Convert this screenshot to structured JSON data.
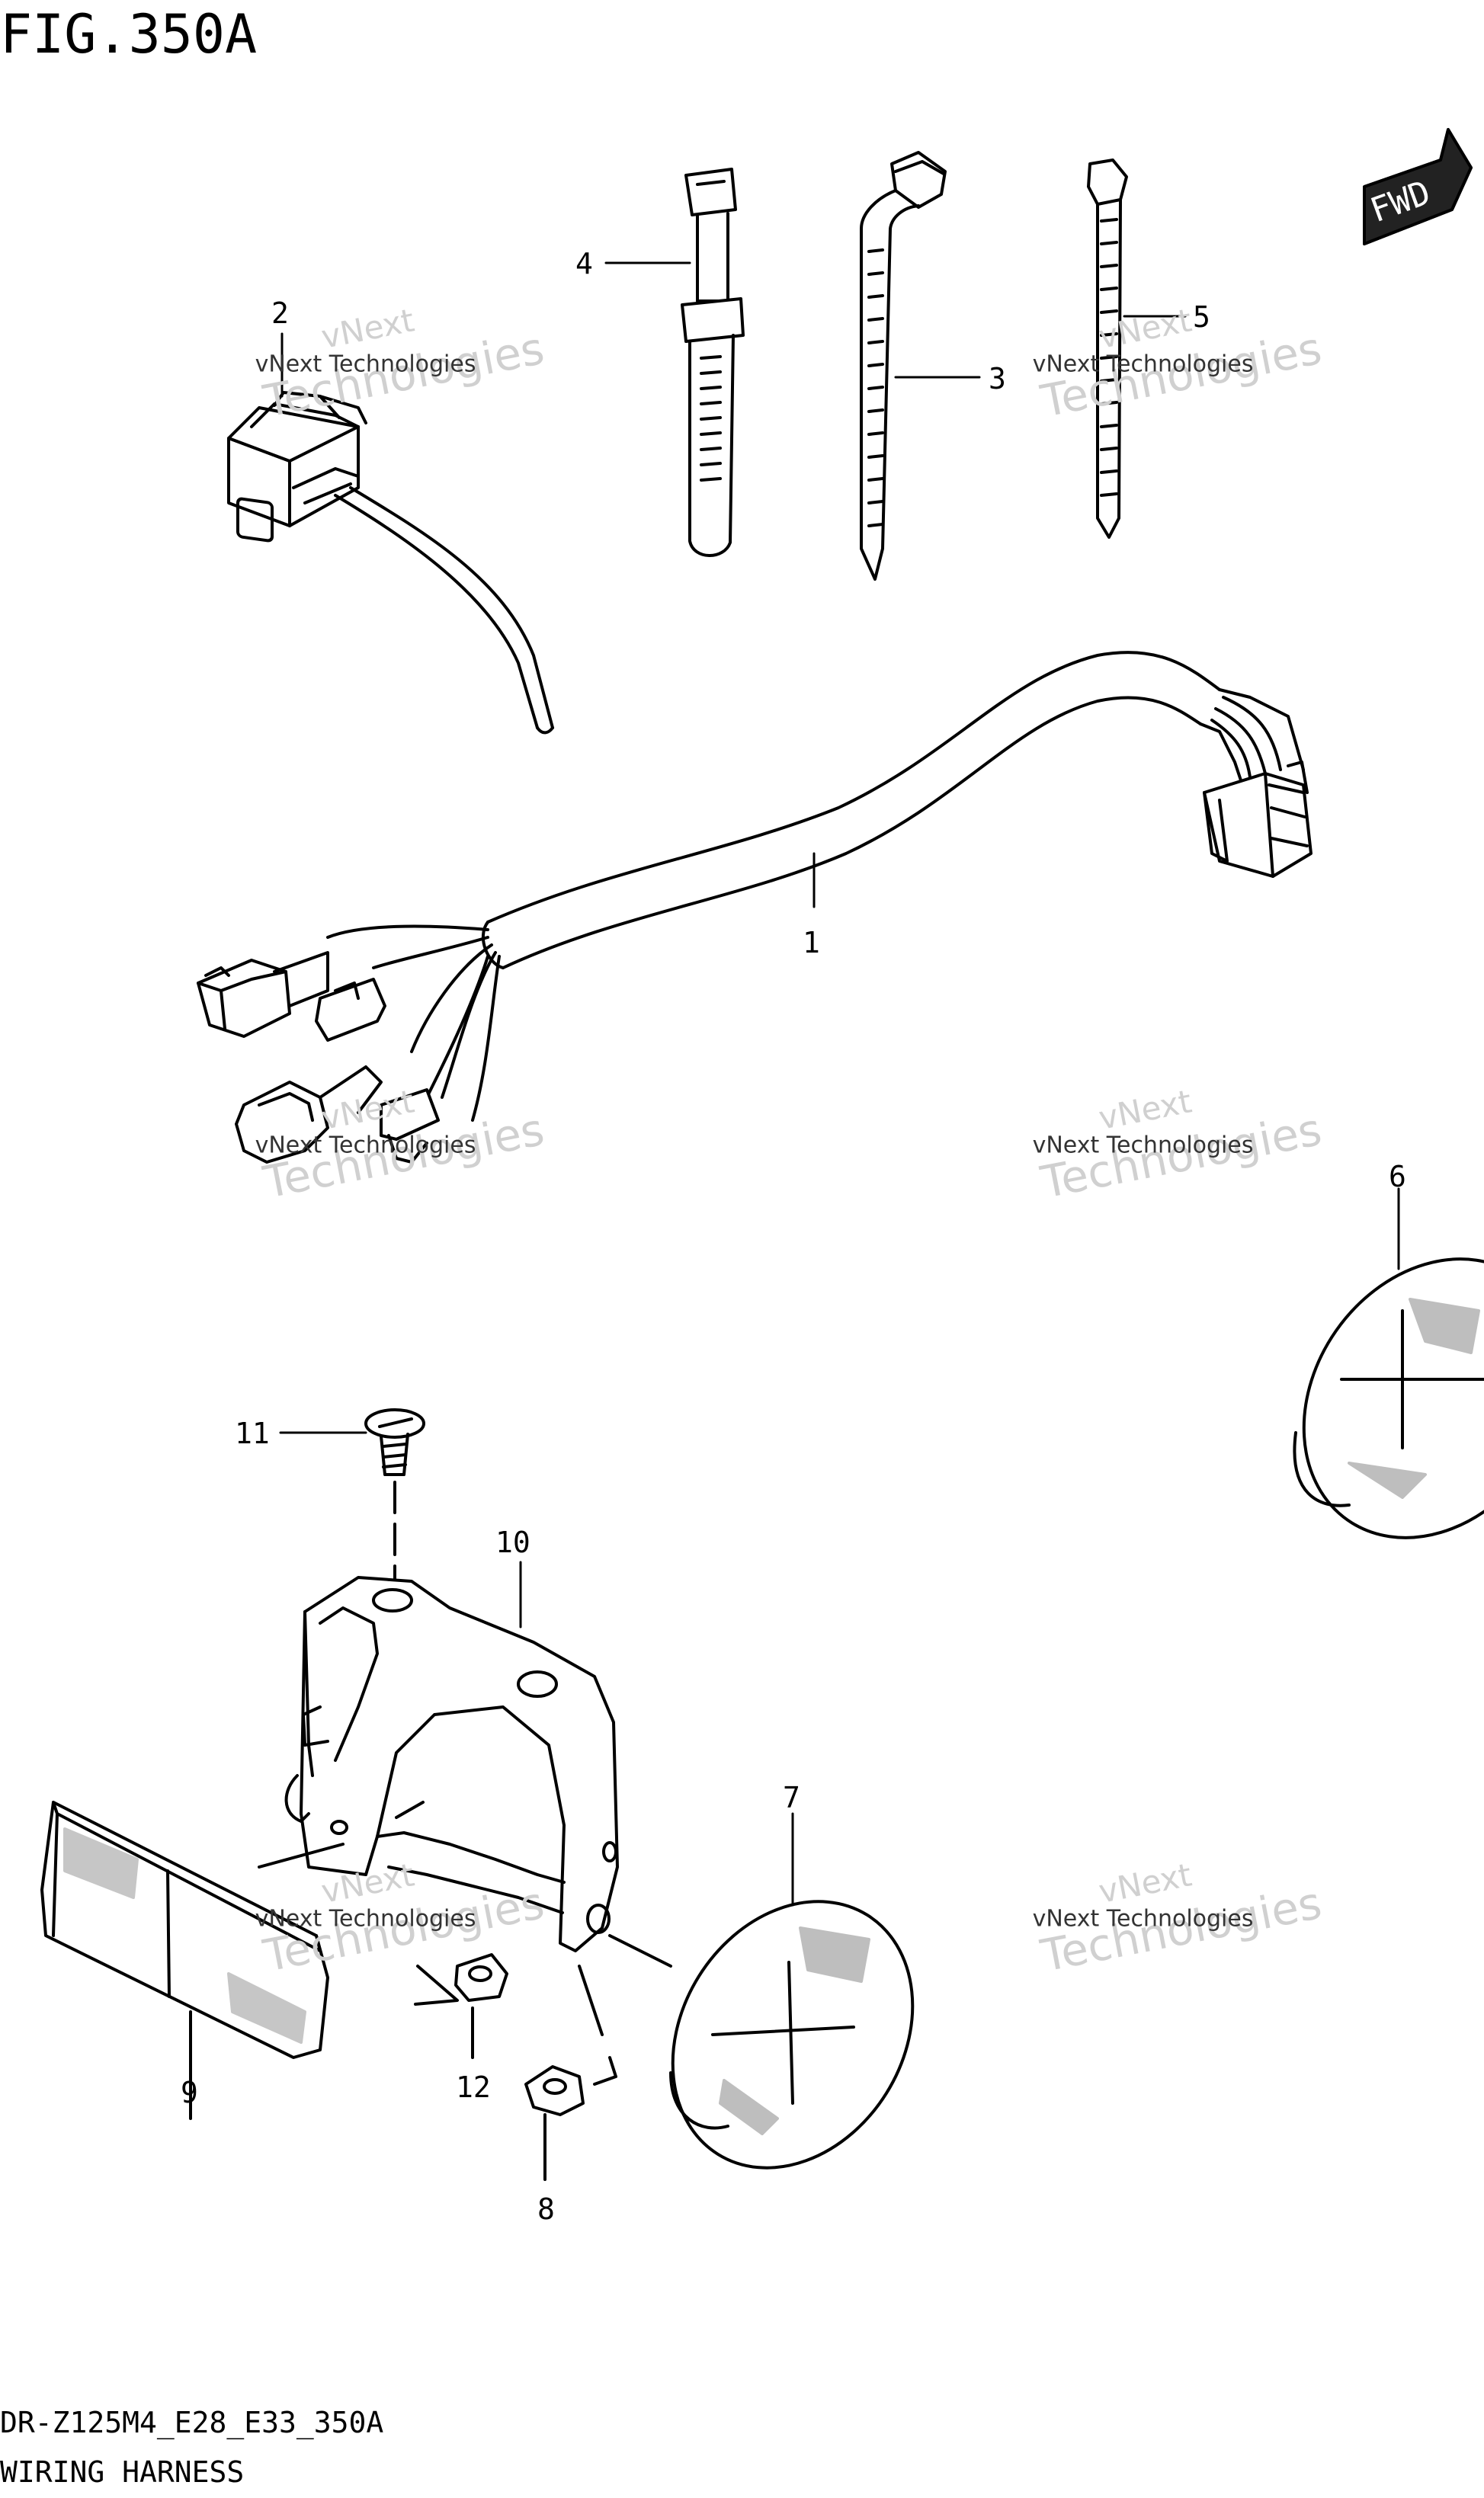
{
  "figure_label": "FIG.350A",
  "model_code": "DR-Z125M4_E28_E33_350A",
  "diagram_title": "WIRING HARNESS",
  "direction_label": "FWD",
  "watermark": {
    "line1": "vNext",
    "line2": "vNext Technologies",
    "line3": "Technologies"
  },
  "callouts": {
    "p1": "1",
    "p2": "2",
    "p3": "3",
    "p4": "4",
    "p5": "5",
    "p6": "6",
    "p7": "7",
    "p8": "8",
    "p9": "9",
    "p10": "10",
    "p11": "11",
    "p12": "12"
  },
  "colors": {
    "line": "#000000",
    "background": "#ffffff",
    "watermark": "#c9c9c9"
  }
}
